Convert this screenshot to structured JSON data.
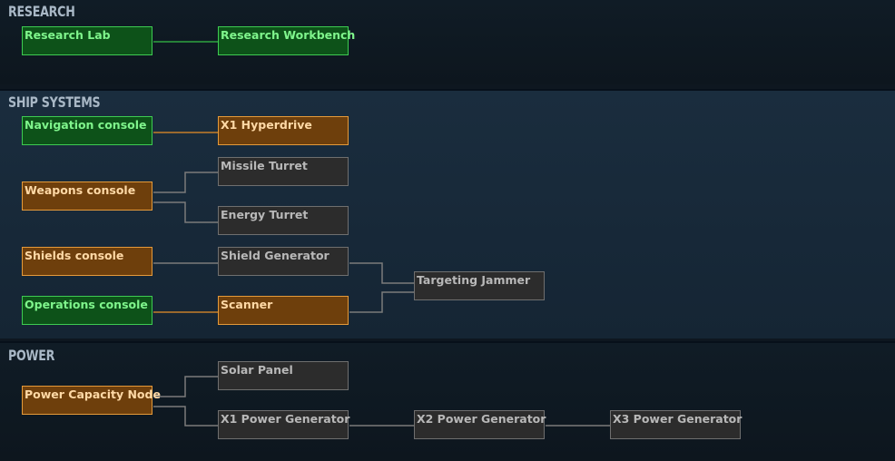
{
  "sections": {
    "research": {
      "title": "RESEARCH"
    },
    "ship_systems": {
      "title": "SHIP SYSTEMS"
    },
    "power": {
      "title": "POWER"
    }
  },
  "status_colors": {
    "unlocked": "#3ecb52",
    "available": "#e59a3a",
    "locked": "#6f6f6f"
  },
  "nodes": {
    "research_lab": {
      "label": "Research Lab",
      "state": "unlocked"
    },
    "research_workbench": {
      "label": "Research Workbench",
      "state": "unlocked"
    },
    "navigation_console": {
      "label": "Navigation console",
      "state": "unlocked"
    },
    "x1_hyperdrive": {
      "label": "X1 Hyperdrive",
      "state": "available"
    },
    "weapons_console": {
      "label": "Weapons console",
      "state": "available"
    },
    "missile_turret": {
      "label": "Missile Turret",
      "state": "locked"
    },
    "energy_turret": {
      "label": "Energy Turret",
      "state": "locked"
    },
    "shields_console": {
      "label": "Shields console",
      "state": "available"
    },
    "shield_generator": {
      "label": "Shield Generator",
      "state": "locked"
    },
    "targeting_jammer": {
      "label": "Targeting Jammer",
      "state": "locked"
    },
    "operations_console": {
      "label": "Operations console",
      "state": "unlocked"
    },
    "scanner": {
      "label": "Scanner",
      "state": "available"
    },
    "power_capacity_node": {
      "label": "Power Capacity Node",
      "state": "available"
    },
    "solar_panel": {
      "label": "Solar Panel",
      "state": "locked"
    },
    "x1_power_generator": {
      "label": "X1 Power Generator",
      "state": "locked"
    },
    "x2_power_generator": {
      "label": "X2 Power Generator",
      "state": "locked"
    },
    "x3_power_generator": {
      "label": "X3 Power Generator",
      "state": "locked"
    }
  }
}
